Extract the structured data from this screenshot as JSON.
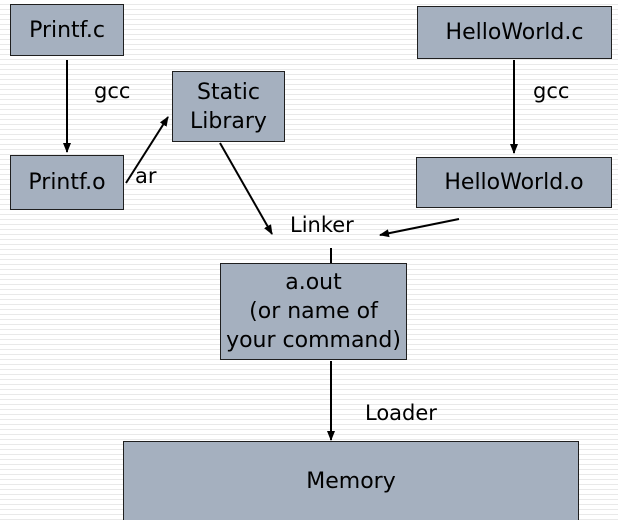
{
  "nodes": {
    "printf_c": "Printf.c",
    "printf_o": "Printf.o",
    "static_library": [
      "Static",
      "Library"
    ],
    "helloworld_c": "HelloWorld.c",
    "helloworld_o": "HelloWorld.o",
    "aout": [
      "a.out",
      "(or name of",
      "your command)"
    ],
    "memory": "Memory"
  },
  "edges": {
    "gcc_left": "gcc",
    "gcc_right": "gcc",
    "ar": "ar",
    "linker": "Linker",
    "loader": "Loader"
  },
  "colors": {
    "box_fill": "#a5b0bf",
    "stroke": "#1f1f1f"
  }
}
